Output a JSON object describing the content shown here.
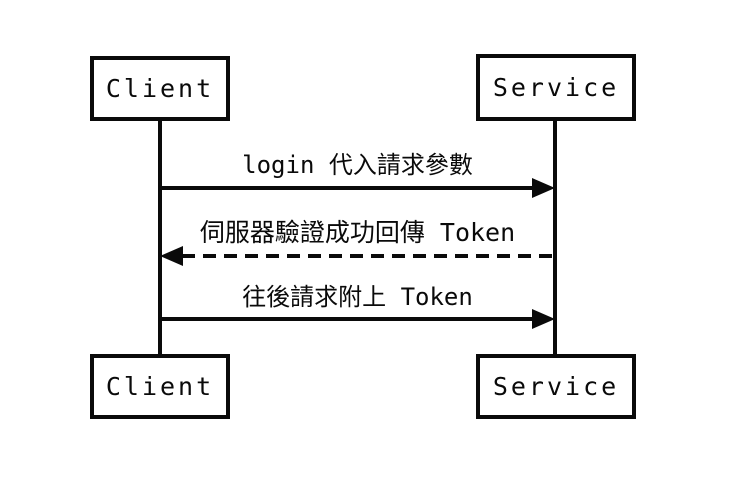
{
  "diagram": {
    "type": "sequence-diagram",
    "background_color": "#ffffff",
    "line_color": "#0a0a0a",
    "actors": {
      "client_top": {
        "label": "Client"
      },
      "service_top": {
        "label": "Service"
      },
      "client_bottom": {
        "label": "Client"
      },
      "service_bottom": {
        "label": "Service"
      }
    },
    "messages": [
      {
        "label": "login 代入請求參數",
        "from": "Client",
        "to": "Service",
        "direction": "right",
        "line_style": "solid"
      },
      {
        "label": "伺服器驗證成功回傳 Token",
        "from": "Service",
        "to": "Client",
        "direction": "left",
        "line_style": "dashed"
      },
      {
        "label": "往後請求附上 Token",
        "from": "Client",
        "to": "Service",
        "direction": "right",
        "line_style": "solid"
      }
    ]
  }
}
